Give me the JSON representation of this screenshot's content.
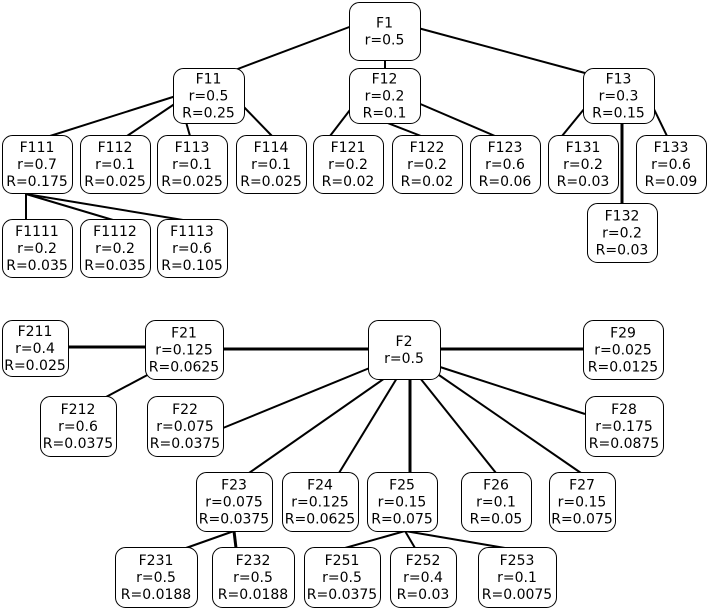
{
  "trees": [
    {
      "root": "F1",
      "nodes": [
        {
          "id": "F1",
          "name": "F1",
          "lines": [
            "F1",
            "r=0.5"
          ]
        },
        {
          "id": "F11",
          "name": "F11",
          "lines": [
            "F11",
            "r=0.5",
            "R=0.25"
          ]
        },
        {
          "id": "F12",
          "name": "F12",
          "lines": [
            "F12",
            "r=0.2",
            "R=0.1"
          ]
        },
        {
          "id": "F13",
          "name": "F13",
          "lines": [
            "F13",
            "r=0.3",
            "R=0.15"
          ]
        },
        {
          "id": "F111",
          "name": "F111",
          "lines": [
            "F111",
            "r=0.7",
            "R=0.175"
          ]
        },
        {
          "id": "F112",
          "name": "F112",
          "lines": [
            "F112",
            "r=0.1",
            "R=0.025"
          ]
        },
        {
          "id": "F113",
          "name": "F113",
          "lines": [
            "F113",
            "r=0.1",
            "R=0.025"
          ]
        },
        {
          "id": "F114",
          "name": "F114",
          "lines": [
            "F114",
            "r=0.1",
            "R=0.025"
          ]
        },
        {
          "id": "F121",
          "name": "F121",
          "lines": [
            "F121",
            "r=0.2",
            "R=0.02"
          ]
        },
        {
          "id": "F122",
          "name": "F122",
          "lines": [
            "F122",
            "r=0.2",
            "R=0.02"
          ]
        },
        {
          "id": "F123",
          "name": "F123",
          "lines": [
            "F123",
            "r=0.6",
            "R=0.06"
          ]
        },
        {
          "id": "F131",
          "name": "F131",
          "lines": [
            "F131",
            "r=0.2",
            "R=0.03"
          ]
        },
        {
          "id": "F132",
          "name": "F132",
          "lines": [
            "F132",
            "r=0.2",
            "R=0.03"
          ]
        },
        {
          "id": "F133",
          "name": "F133",
          "lines": [
            "F133",
            "r=0.6",
            "R=0.09"
          ]
        },
        {
          "id": "F1111",
          "name": "F1111",
          "lines": [
            "F1111",
            "r=0.2",
            "R=0.035"
          ]
        },
        {
          "id": "F1112",
          "name": "F1112",
          "lines": [
            "F1112",
            "r=0.2",
            "R=0.035"
          ]
        },
        {
          "id": "F1113",
          "name": "F1113",
          "lines": [
            "F1113",
            "r=0.6",
            "R=0.105"
          ]
        }
      ],
      "edges": [
        [
          "F1",
          "F11"
        ],
        [
          "F1",
          "F12"
        ],
        [
          "F1",
          "F13"
        ],
        [
          "F11",
          "F111"
        ],
        [
          "F11",
          "F112"
        ],
        [
          "F11",
          "F113"
        ],
        [
          "F11",
          "F114"
        ],
        [
          "F12",
          "F121"
        ],
        [
          "F12",
          "F122"
        ],
        [
          "F12",
          "F123"
        ],
        [
          "F13",
          "F131"
        ],
        [
          "F13",
          "F132"
        ],
        [
          "F13",
          "F133"
        ],
        [
          "F111",
          "F1111"
        ],
        [
          "F111",
          "F1112"
        ],
        [
          "F111",
          "F1113"
        ]
      ]
    },
    {
      "root": "F2",
      "nodes": [
        {
          "id": "F2",
          "name": "F2",
          "lines": [
            "F2",
            "r=0.5"
          ]
        },
        {
          "id": "F21",
          "name": "F21",
          "lines": [
            "F21",
            "r=0.125",
            "R=0.0625"
          ]
        },
        {
          "id": "F211",
          "name": "F211",
          "lines": [
            "F211",
            "r=0.4",
            "R=0.025"
          ]
        },
        {
          "id": "F212",
          "name": "F212",
          "lines": [
            "F212",
            "r=0.6",
            "R=0.0375"
          ]
        },
        {
          "id": "F22",
          "name": "F22",
          "lines": [
            "F22",
            "r=0.075",
            "R=0.0375"
          ]
        },
        {
          "id": "F23",
          "name": "F23",
          "lines": [
            "F23",
            "r=0.075",
            "R=0.0375"
          ]
        },
        {
          "id": "F24",
          "name": "F24",
          "lines": [
            "F24",
            "r=0.125",
            "R=0.0625"
          ]
        },
        {
          "id": "F25",
          "name": "F25",
          "lines": [
            "F25",
            "r=0.15",
            "R=0.075"
          ]
        },
        {
          "id": "F26",
          "name": "F26",
          "lines": [
            "F26",
            "r=0.1",
            "R=0.05"
          ]
        },
        {
          "id": "F27",
          "name": "F27",
          "lines": [
            "F27",
            "r=0.15",
            "R=0.075"
          ]
        },
        {
          "id": "F28",
          "name": "F28",
          "lines": [
            "F28",
            "r=0.175",
            "R=0.0875"
          ]
        },
        {
          "id": "F29",
          "name": "F29",
          "lines": [
            "F29",
            "r=0.025",
            "R=0.0125"
          ]
        },
        {
          "id": "F231",
          "name": "F231",
          "lines": [
            "F231",
            "r=0.5",
            "R=0.0188"
          ]
        },
        {
          "id": "F232",
          "name": "F232",
          "lines": [
            "F232",
            "r=0.5",
            "R=0.0188"
          ]
        },
        {
          "id": "F251",
          "name": "F251",
          "lines": [
            "F251",
            "r=0.5",
            "R=0.0375"
          ]
        },
        {
          "id": "F252",
          "name": "F252",
          "lines": [
            "F252",
            "r=0.4",
            "R=0.03"
          ]
        },
        {
          "id": "F253",
          "name": "F253",
          "lines": [
            "F253",
            "r=0.1",
            "R=0.0075"
          ]
        }
      ],
      "edges": [
        [
          "F2",
          "F21"
        ],
        [
          "F2",
          "F22"
        ],
        [
          "F2",
          "F23"
        ],
        [
          "F2",
          "F24"
        ],
        [
          "F2",
          "F25"
        ],
        [
          "F2",
          "F26"
        ],
        [
          "F2",
          "F27"
        ],
        [
          "F2",
          "F28"
        ],
        [
          "F2",
          "F29"
        ],
        [
          "F21",
          "F211"
        ],
        [
          "F21",
          "F212"
        ],
        [
          "F23",
          "F231"
        ],
        [
          "F23",
          "F232"
        ],
        [
          "F25",
          "F251"
        ],
        [
          "F25",
          "F252"
        ],
        [
          "F25",
          "F253"
        ]
      ]
    }
  ]
}
